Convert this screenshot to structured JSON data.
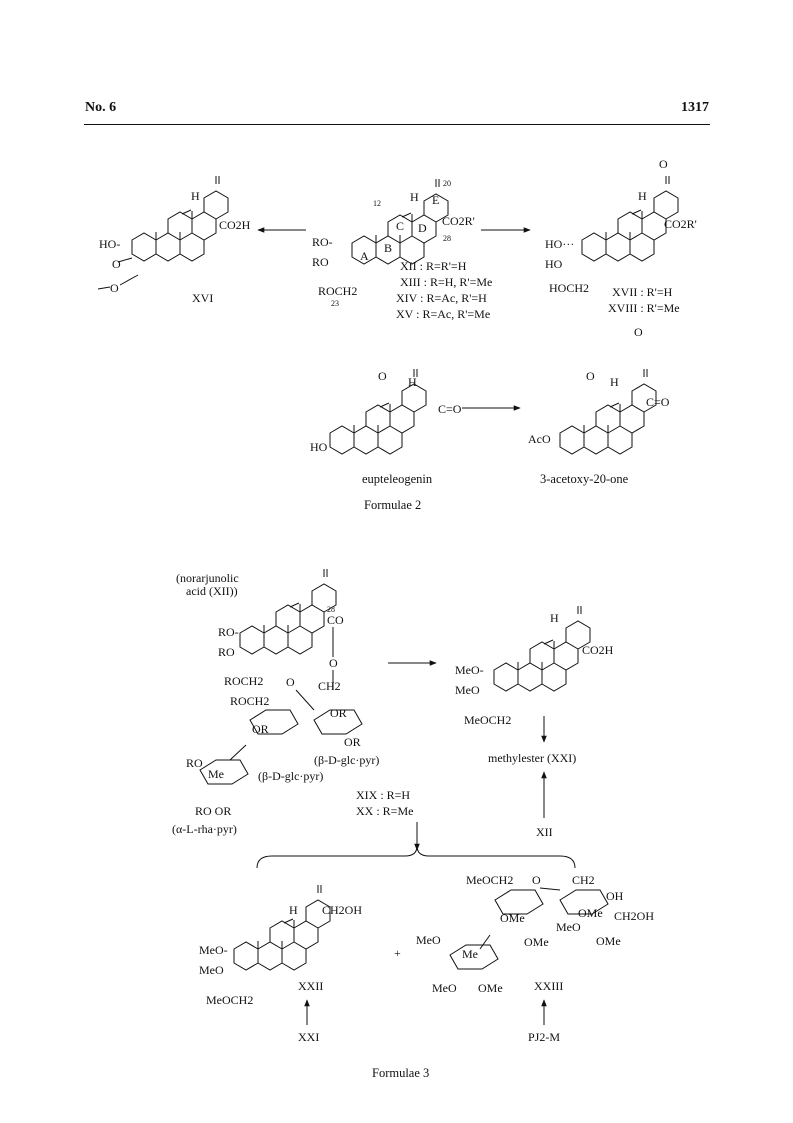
{
  "header": {
    "journal_no": "No. 6",
    "page_number": "1317"
  },
  "formulae2": {
    "caption": "Formulae 2",
    "center": {
      "labels": [
        "XII : R=R'=H",
        "XIII : R=H, R'=Me",
        "XIV : R=Ac, R'=H",
        "XV : R=Ac, R'=Me"
      ],
      "substituents": {
        "ro2": "RO-",
        "ro3": "RO",
        "roch2": "ROCH2",
        "n23": "23",
        "co2r": "CO2R'",
        "n28": "28",
        "n12": "12",
        "n20": "20",
        "h": "H"
      },
      "rings": [
        "A",
        "B",
        "C",
        "D",
        "E"
      ]
    },
    "left": {
      "label": "XVI",
      "ho": "HO-",
      "co2h": "CO2H",
      "o1": "O",
      "o2": "O",
      "h": "H"
    },
    "right": {
      "labels": [
        "XVII : R'=H",
        "XVIII : R'=Me"
      ],
      "ho1": "HO···",
      "ho2": "HO",
      "hoch2": "HOCH2",
      "co2r": "CO2R'",
      "oxo": "O",
      "h": "H"
    },
    "eupteleogenin": {
      "name": "eupteleogenin",
      "ho": "HO",
      "o": "O",
      "ceqo": "C=O",
      "h": "H"
    },
    "acetoxy": {
      "name": "3-acetoxy-20-one",
      "aco": "AcO",
      "o": "O",
      "ceqo": "C=O",
      "oxo": "O",
      "h": "H"
    }
  },
  "formulae3": {
    "caption": "Formulae 3",
    "glycoside": {
      "title_line1": "(norarjunolic",
      "title_line2": "acid (XII))",
      "ro1": "RO-",
      "ro2": "RO",
      "roch2": "ROCH2",
      "co": "CO",
      "n28": "28",
      "sugar_roch2": "ROCH2",
      "ch2": "CH2",
      "or": "OR",
      "o": "O",
      "me": "Me",
      "glc1": "(β-D-glc·pyr)",
      "glc2": "(β-D-glc·pyr)",
      "rha": "(α-L-rha·pyr)",
      "ro_rha": "RO",
      "ro_or": "RO  OR",
      "labels": [
        "XIX : R=H",
        "XX : R=Me"
      ]
    },
    "methylester": {
      "name": "methylester (XXI)",
      "meo1": "MeO-",
      "meo2": "MeO",
      "meoch2": "MeOCH2",
      "co2h": "CO2H",
      "source": "XII",
      "h": "H"
    },
    "alcohol": {
      "label": "XXII",
      "source": "XXI",
      "meo1": "MeO-",
      "meo2": "MeO",
      "meoch2": "MeOCH2",
      "ch2oh": "CH2OH",
      "h": "H"
    },
    "plus": "+",
    "sugar": {
      "label": "XXIII",
      "source": "PJ2-M",
      "meoch2": "MeOCH2",
      "ch2": "CH2",
      "oh": "OH",
      "ome": "OMe",
      "ch2oh": "CH2OH",
      "meo": "MeO",
      "me": "Me",
      "o": "O"
    }
  }
}
